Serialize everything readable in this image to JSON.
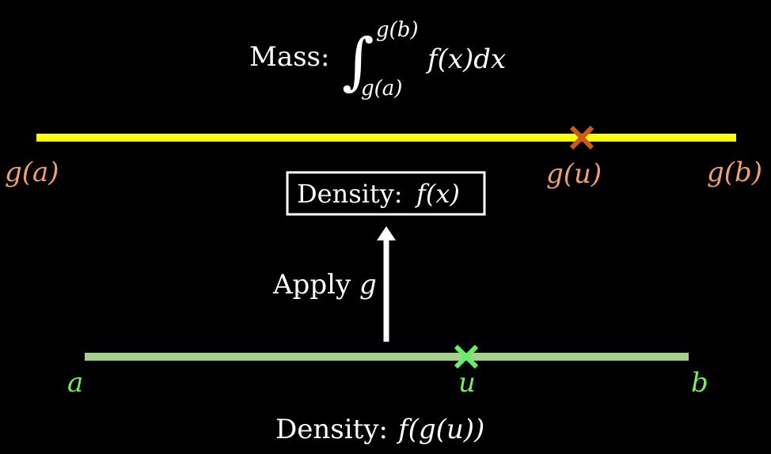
{
  "colors": {
    "background": "#000000",
    "top_line": "#ffff00",
    "bottom_line": "#a8d08d",
    "top_labels": "#f0a070",
    "top_marker": "#cc5a14",
    "bottom_labels": "#77ee55",
    "bottom_marker": "#66f066",
    "text": "#ffffff"
  },
  "mass": {
    "prefix": "Mass:",
    "integral_sign": "∫",
    "upper_limit": "g(b)",
    "lower_limit": "g(a)",
    "integrand": "f(x)dx"
  },
  "top_axis": {
    "label_left": "g(a)",
    "label_marker": "g(u)",
    "label_right": "g(b)",
    "marker_fraction": 0.78
  },
  "density_box": {
    "prefix": "Density:",
    "expression": "f(x)"
  },
  "arrow": {
    "label_prefix": "Apply",
    "label_var": "g"
  },
  "bottom_axis": {
    "label_left": "a",
    "label_marker": "u",
    "label_right": "b",
    "marker_fraction": 0.63
  },
  "bottom_density": {
    "prefix": "Density:",
    "expression": "f(g(u))"
  }
}
